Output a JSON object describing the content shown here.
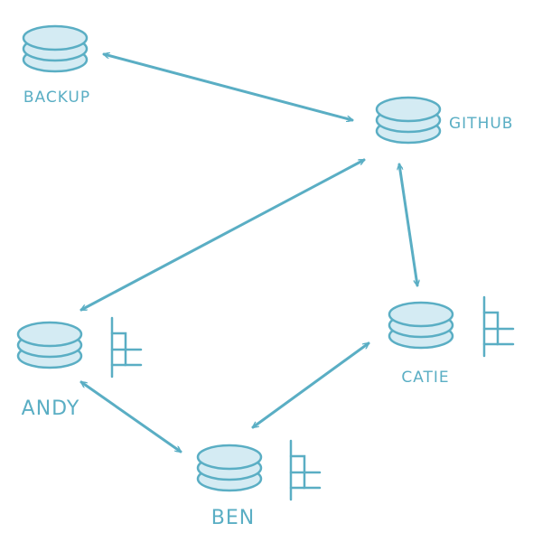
{
  "colors": {
    "stroke": "#5aaec4",
    "fill": "#d4ebf3",
    "text": "#5aaec4"
  },
  "nodes": {
    "backup": {
      "label": "BACKUP"
    },
    "github": {
      "label": "GITHUB"
    },
    "andy": {
      "label": "ANDY"
    },
    "catie": {
      "label": "CATIE"
    },
    "ben": {
      "label": "BEN"
    }
  },
  "edges": [
    {
      "from": "backup",
      "to": "github",
      "bidirectional": true
    },
    {
      "from": "github",
      "to": "andy",
      "bidirectional": true
    },
    {
      "from": "github",
      "to": "catie",
      "bidirectional": true
    },
    {
      "from": "andy",
      "to": "ben",
      "bidirectional": true
    },
    {
      "from": "ben",
      "to": "catie",
      "bidirectional": true
    }
  ],
  "branch_icons": [
    "andy",
    "catie",
    "ben"
  ]
}
